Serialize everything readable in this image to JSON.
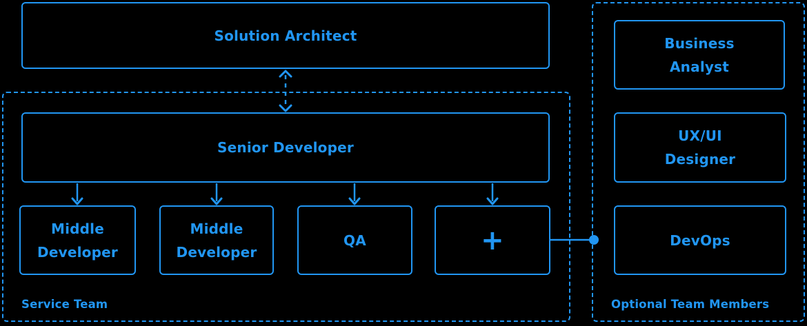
{
  "diagram": {
    "accent_color": "#2196F3",
    "background_color": "#000000",
    "boxes": {
      "solution_architect": "Solution Architect",
      "senior_developer": "Senior Developer",
      "middle_developer_1": "Middle Developer",
      "middle_developer_2": "Middle Developer",
      "qa": "QA",
      "plus": "+",
      "business_analyst": "Business Analyst",
      "uxui_designer": "UX/UI Designer",
      "devops": "DevOps"
    },
    "groups": {
      "service_team": {
        "label": "Service Team"
      },
      "optional_team_members": {
        "label": "Optional Team Members"
      }
    }
  }
}
